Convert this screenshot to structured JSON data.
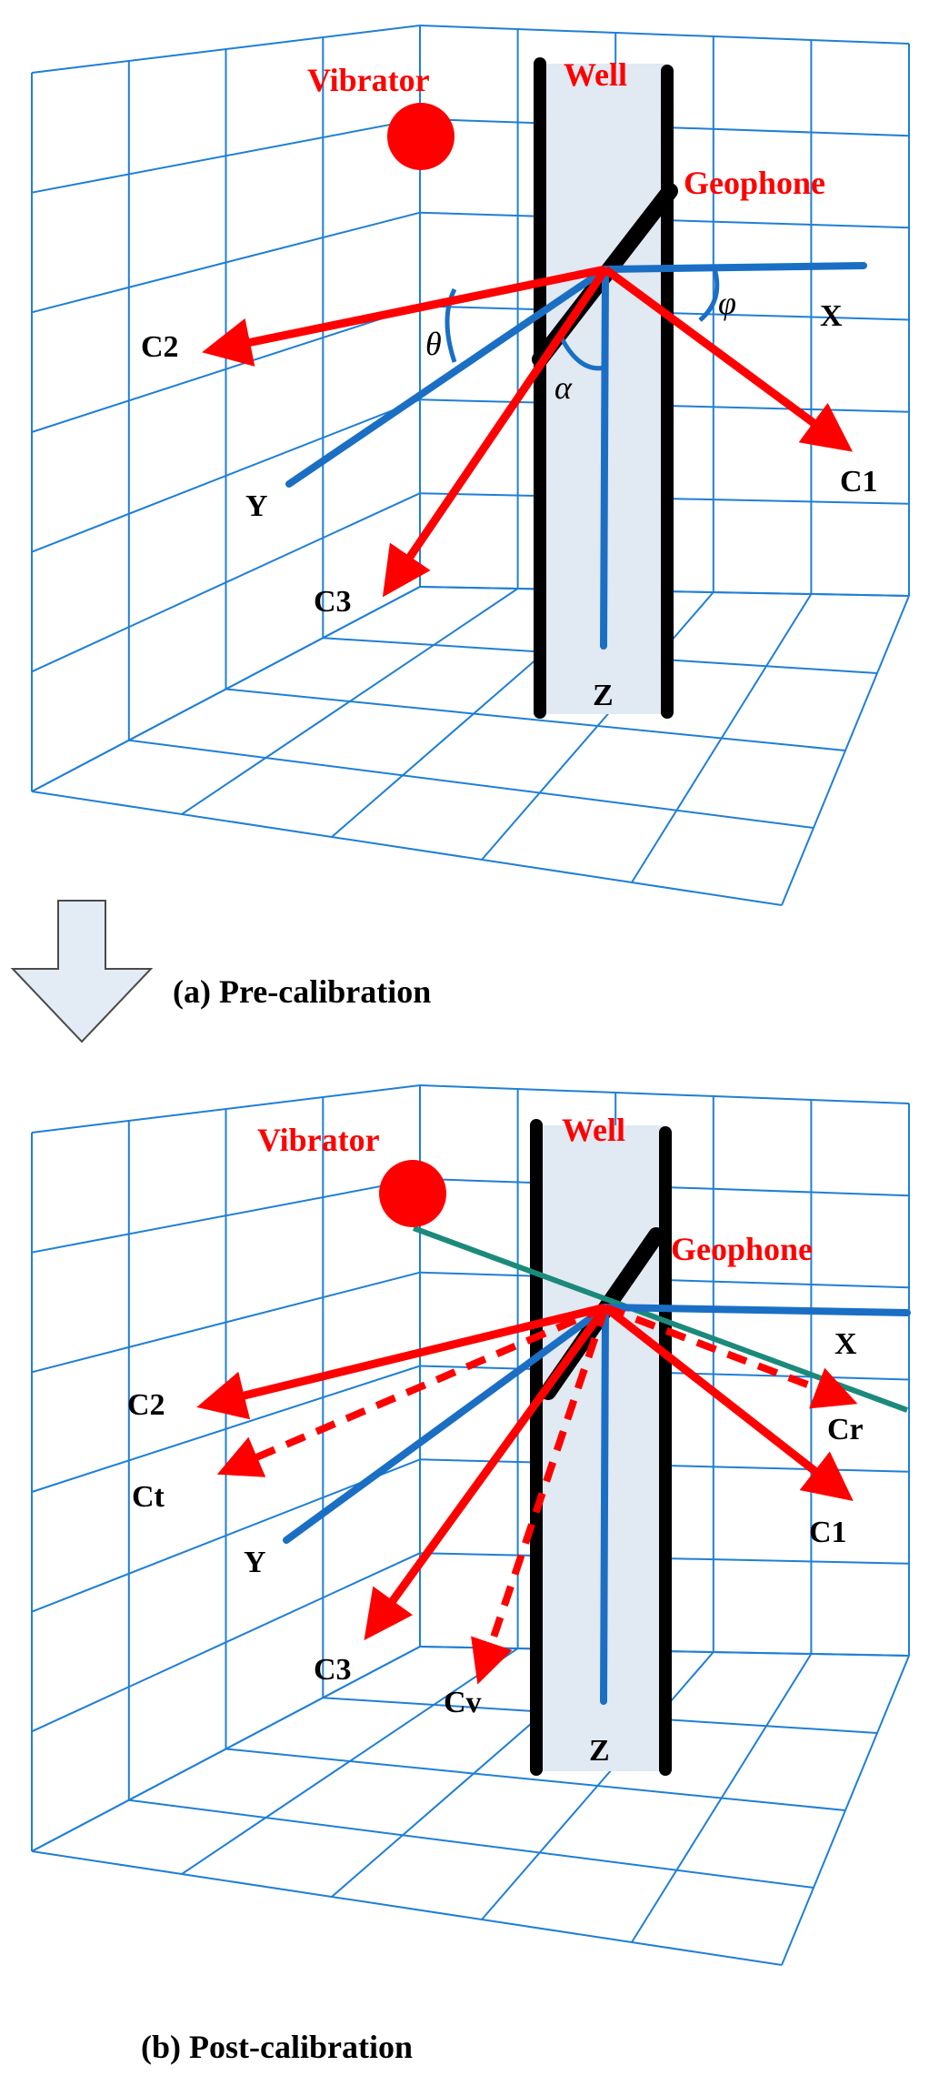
{
  "panel_a": {
    "caption": "(a) Pre-calibration",
    "labels": {
      "vibrator": "Vibrator",
      "well": "Well",
      "geophone": "Geophone",
      "x": "X",
      "y": "Y",
      "z": "Z",
      "c1": "C1",
      "c2": "C2",
      "c3": "C3",
      "theta": "θ",
      "alpha": "α",
      "phi": "φ"
    }
  },
  "panel_b": {
    "caption": "(b) Post-calibration",
    "labels": {
      "vibrator": "Vibrator",
      "well": "Well",
      "geophone": "Geophone",
      "x": "X",
      "y": "Y",
      "z": "Z",
      "c1": "C1",
      "c2": "C2",
      "c3": "C3",
      "cr": "Cr",
      "ct": "Ct",
      "cv": "Cv"
    }
  },
  "colors": {
    "component_arrow": "#ff0000",
    "axis": "#1a6fc4",
    "grid": "#1f7fd6",
    "well_fill": "#e1e9f3",
    "well_casing": "#000000",
    "source_receiver_line": "#1b8a7a",
    "vibrator": "#ff0000",
    "transition_arrow_fill": "#e3ecf5"
  }
}
